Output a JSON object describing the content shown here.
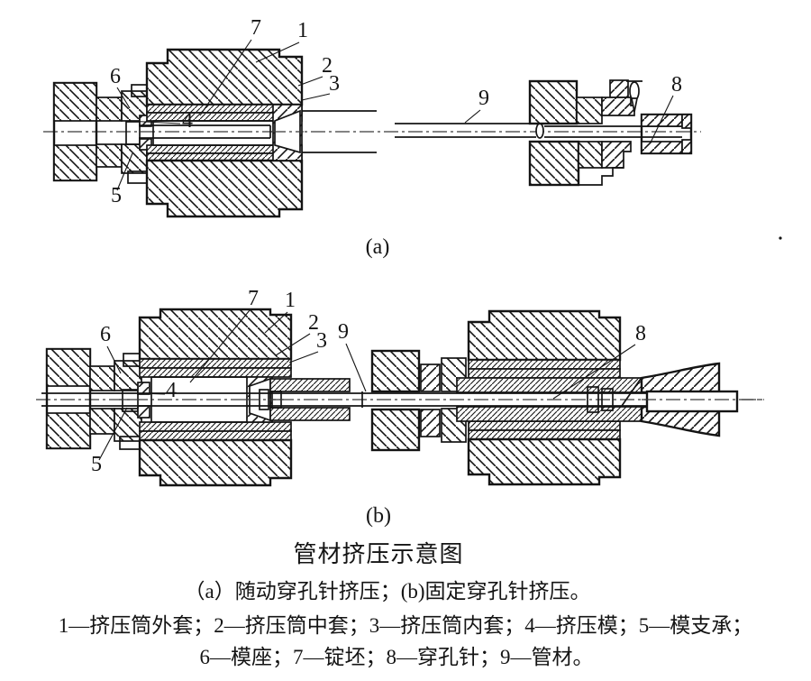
{
  "panels": {
    "a": {
      "tag": "(a)",
      "c1": "1",
      "c2": "2",
      "c3": "3",
      "c4": "4",
      "c5": "5",
      "c6": "6",
      "c7": "7",
      "c8": "8",
      "c9": "9"
    },
    "b": {
      "tag": "(b)",
      "c1": "1",
      "c2": "2",
      "c3": "3",
      "c4": "4",
      "c5": "5",
      "c6": "6",
      "c7": "7",
      "c8": "8",
      "c9": "9"
    }
  },
  "caption": {
    "title": "管材挤压示意图",
    "subtitle": "（a）随动穿孔针挤压；(b)固定穿孔针挤压。",
    "legend1": "1—挤压筒外套；2—挤压筒中套；3—挤压筒内套；4—挤压模；5—模支承；",
    "legend2": "6—模座；7—锭坯；8—穿孔针；9—管材。"
  },
  "colors": {
    "line": "#141414",
    "background": "#ffffff"
  }
}
